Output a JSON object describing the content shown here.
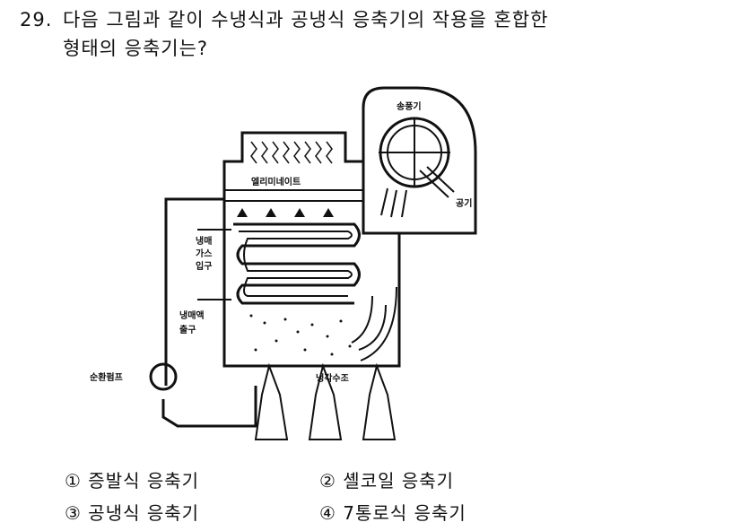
{
  "question": {
    "number": "29.",
    "line1": "다음 그림과 같이 수냉식과 공냉식 응축기의 작용을 혼합한",
    "line2": "형태의 응축기는?"
  },
  "figure": {
    "labels": {
      "fan": "송풍기",
      "eliminator": "엘리미네이트",
      "air": "공기",
      "gas_inlet_1": "냉매",
      "gas_inlet_2": "가스",
      "gas_inlet_3": "입구",
      "liquid_outlet_1": "냉매액",
      "liquid_outlet_2": "출구",
      "pump": "순환펌프",
      "tank": "냉각수조"
    }
  },
  "options": [
    {
      "mark": "①",
      "text": "증발식 응축기"
    },
    {
      "mark": "②",
      "text": "셸코일 응축기"
    },
    {
      "mark": "③",
      "text": "공냉식 응축기"
    },
    {
      "mark": "④",
      "text": "7통로식 응축기"
    }
  ]
}
